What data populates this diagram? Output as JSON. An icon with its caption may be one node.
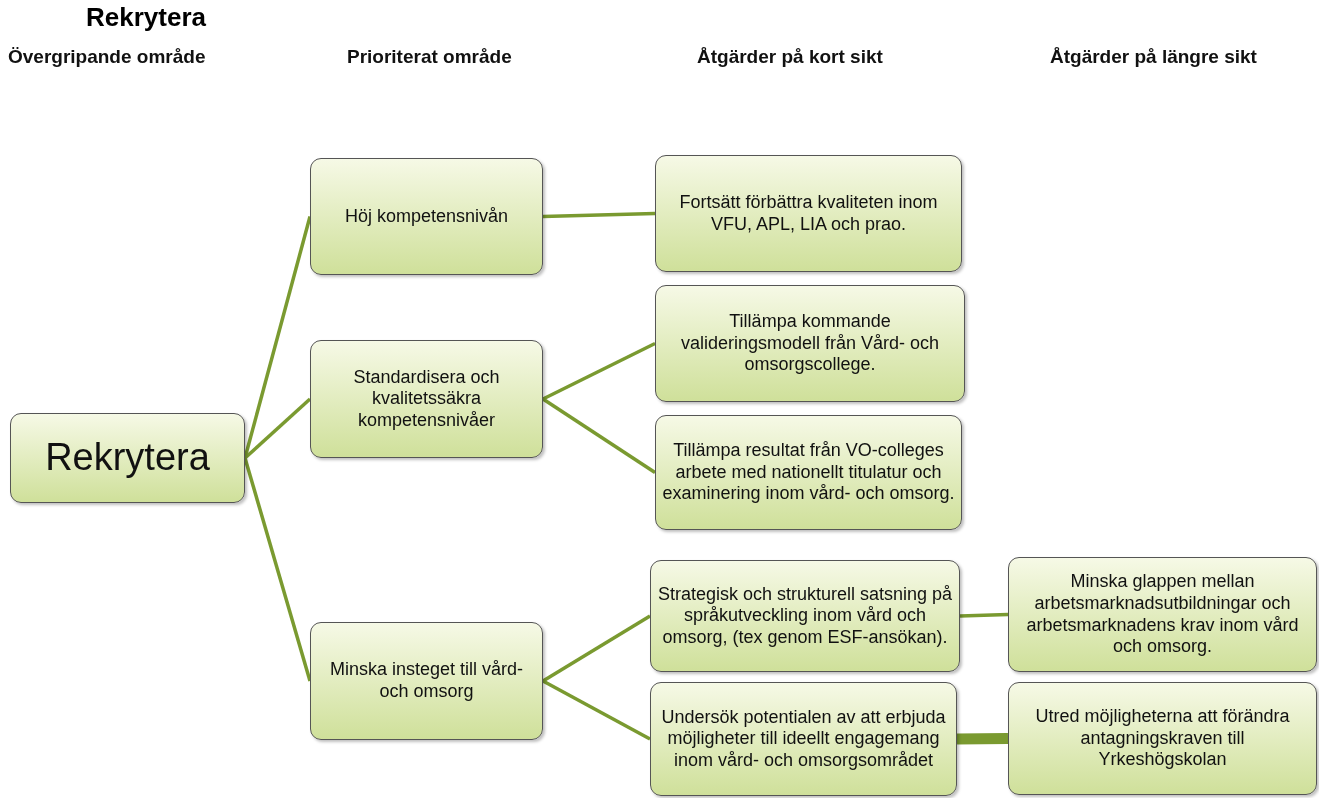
{
  "diagram": {
    "title": "Rekrytera",
    "nodes": [
      {
        "text": [
          "Rekrytera"
        ]
      },
      {
        "text": [
          "Höj kompetensnivån"
        ]
      },
      {
        "text": [
          "Standardisera och kvalitetssäkra kompetensnivåer"
        ]
      },
      {
        "text": [
          "Minska insteget till vård- och omsorg"
        ]
      },
      {
        "text": [
          "Fortsätt förbättra kvaliteten inom VFU, APL, LIA och prao."
        ]
      },
      {
        "text": [
          "Tillämpa kommande valideringsmodell från Vård- och omsorgscollege."
        ]
      },
      {
        "text": [
          "Tillämpa resultat från VO-colleges arbete med nationellt titulatur och examinering inom vård- och omsorg."
        ]
      },
      {
        "text": [
          "Strategisk och strukturell satsning på språkutveckling inom vård och omsorg, (tex genom ESF-ansökan)."
        ]
      },
      {
        "text": [
          "Undersök potentialen av att erbjuda möjligheter till ideellt engagemang inom vård- och omsorgsområdet"
        ]
      },
      {
        "text": [
          "Minska glappen mellan arbetsmarknadsutbildningar och arbetsmarknadens krav inom vård och omsorg."
        ]
      },
      {
        "text": [
          "Utred möjligheterna att förändra antagningskraven till Yrkeshögskolan"
        ]
      }
    ],
    "edges": [
      {
        "from": 0,
        "to": 1,
        "arrow": "none"
      },
      {
        "from": 0,
        "to": 2,
        "arrow": "none"
      },
      {
        "from": 0,
        "to": 3,
        "arrow": "none"
      },
      {
        "from": 1,
        "to": 4,
        "arrow": "none"
      },
      {
        "from": 2,
        "to": 5,
        "arrow": "none"
      },
      {
        "from": 2,
        "to": 6,
        "arrow": "none"
      },
      {
        "from": 3,
        "to": 7,
        "arrow": "none"
      },
      {
        "from": 3,
        "to": 8,
        "arrow": "none"
      },
      {
        "from": 7,
        "to": 9,
        "arrow": "none"
      },
      {
        "from": 8,
        "to": 10,
        "arrow": "none",
        "style": "thick"
      }
    ],
    "labels": [
      "Övergripande område",
      "Prioriterat område",
      "Åtgärder på kort sikt",
      "Åtgärder på längre sikt"
    ]
  }
}
